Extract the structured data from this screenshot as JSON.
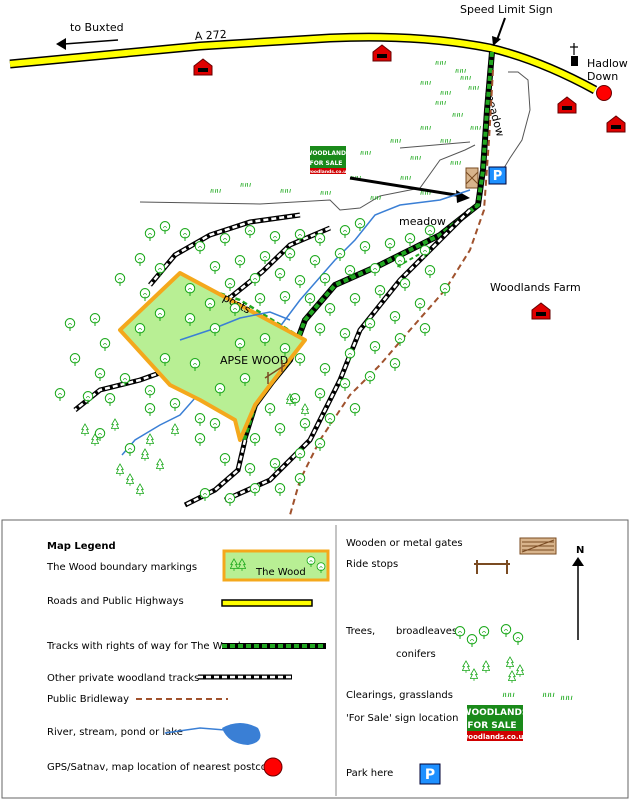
{
  "map": {
    "labels": {
      "to_buxted": "to Buxted",
      "road": "A 272",
      "speed_limit": "Speed Limit Sign",
      "hadlow_line1": "Hadlow",
      "hadlow_line2": "Down",
      "meadow_top": "meadow",
      "meadow_mid": "meadow",
      "posts": "posts",
      "apse_wood": "APSE WOOD",
      "woodlands_farm": "Woodlands Farm"
    },
    "sign": {
      "line1": "WOODLANDS",
      "line2": "FOR SALE",
      "line3": "woodlands.co.uk"
    },
    "parking_letter": "P"
  },
  "legend": {
    "title": "Map Legend",
    "left_items": [
      "The Wood boundary markings",
      "Roads and Public Highways",
      "Tracks with rights of way for  The Wood",
      "Other private woodland tracks",
      "Public Bridleway",
      "River, stream, pond or lake",
      "GPS/Satnav, map location of nearest postcode"
    ],
    "wood_box_label": "The Wood",
    "gates": "Wooden or metal gates",
    "ride_stops": "Ride stops",
    "trees": "Trees,",
    "broadleaves": "broadleaves",
    "conifers": "conifers",
    "clearings": "Clearings, grasslands",
    "for_sale_loc": "'For Sale'  sign location",
    "park_here": "Park here",
    "north": "N"
  },
  "colors": {
    "road_yellow": "#ffff00",
    "wood_fill": "#b8ef94",
    "wood_border": "#f4a81c",
    "track_green": "#22a822",
    "bridleway": "#a0522d",
    "river": "#3a7fd5",
    "house_red": "#e00000",
    "postcode_red": "#ff0000",
    "parking_blue": "#1e90ff",
    "sign_green": "#1a8a1a"
  },
  "icons": [
    "house-icon",
    "church-icon",
    "tree-icon",
    "conifer-icon",
    "gate-icon",
    "parking-icon",
    "postcode-marker-icon"
  ]
}
